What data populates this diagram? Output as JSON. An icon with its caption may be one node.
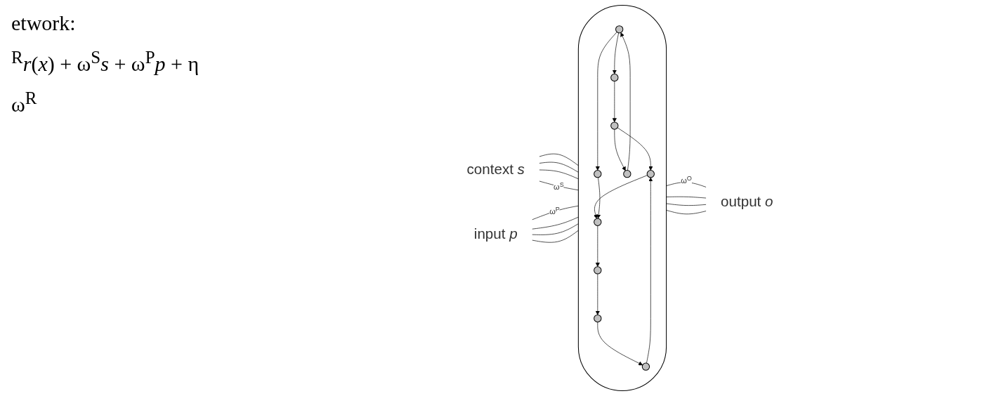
{
  "diagram": {
    "nodes": [
      {
        "text": [
          "context *s*"
        ]
      },
      {
        "text": [
          "input *p*"
        ]
      },
      {
        "text": [
          "output *o*"
        ]
      },
      {
        "text": [],
        "shape": "circle"
      },
      {
        "text": [],
        "shape": "circle",
        "in": 3
      },
      {
        "text": [],
        "shape": "circle",
        "in": 3
      },
      {
        "text": [],
        "shape": "circle",
        "in": 3
      },
      {
        "text": [],
        "shape": "circle",
        "in": 3
      },
      {
        "text": [],
        "shape": "circle",
        "in": 3
      },
      {
        "text": [],
        "shape": "circle",
        "in": 3
      },
      {
        "text": [],
        "shape": "circle",
        "in": 3
      },
      {
        "text": [],
        "shape": "circle",
        "in": 3
      },
      {
        "text": [],
        "shape": "circle",
        "in": 3
      },
      {
        "text": [],
        "shape": "circle",
        "in": 3
      }
    ],
    "edges": [
      {
        "from": 0,
        "to": 3,
        "arrow": "none"
      },
      {
        "from": 0,
        "to": 3,
        "arrow": "none"
      },
      {
        "from": 0,
        "to": 3,
        "arrow": "none"
      },
      {
        "from": 0,
        "to": 3,
        "arrow": "none",
        "label": "ω$^{S}$"
      },
      {
        "from": 1,
        "to": 3,
        "arrow": "none",
        "label": "ω$^{P}$"
      },
      {
        "from": 1,
        "to": 3,
        "arrow": "none"
      },
      {
        "from": 1,
        "to": 3,
        "arrow": "none"
      },
      {
        "from": 1,
        "to": 3,
        "arrow": "none"
      },
      {
        "from": 3,
        "to": 2,
        "arrow": "none",
        "label": "ω$^{O}$"
      },
      {
        "from": 3,
        "to": 2,
        "arrow": "none"
      },
      {
        "from": 3,
        "to": 2,
        "arrow": "none"
      },
      {
        "from": 3,
        "to": 2,
        "arrow": "none"
      },
      {
        "from": 4,
        "to": 6,
        "arrow": "to"
      },
      {
        "from": 4,
        "to": 5,
        "arrow": "to"
      },
      {
        "from": 7,
        "to": 4,
        "arrow": "to"
      },
      {
        "from": 6,
        "to": 10,
        "arrow": "to"
      },
      {
        "from": 10,
        "to": 7,
        "arrow": "to"
      },
      {
        "from": 10,
        "to": 11,
        "arrow": "to"
      },
      {
        "from": 11,
        "to": 9,
        "arrow": "to"
      },
      {
        "from": 5,
        "to": 9,
        "arrow": "to"
      },
      {
        "from": 9,
        "to": 8,
        "arrow": "to"
      },
      {
        "from": 8,
        "to": 12,
        "arrow": "to"
      },
      {
        "from": 12,
        "to": 13,
        "arrow": "to"
      },
      {
        "from": 13,
        "to": 11,
        "arrow": "to"
      }
    ],
    "labels": [
      "etwork:",
      "$^{R}$*r*(*x*) + ω$^{S}$*s* + ω$^{P}$*p* + η",
      "ω$^{R}$"
    ]
  }
}
